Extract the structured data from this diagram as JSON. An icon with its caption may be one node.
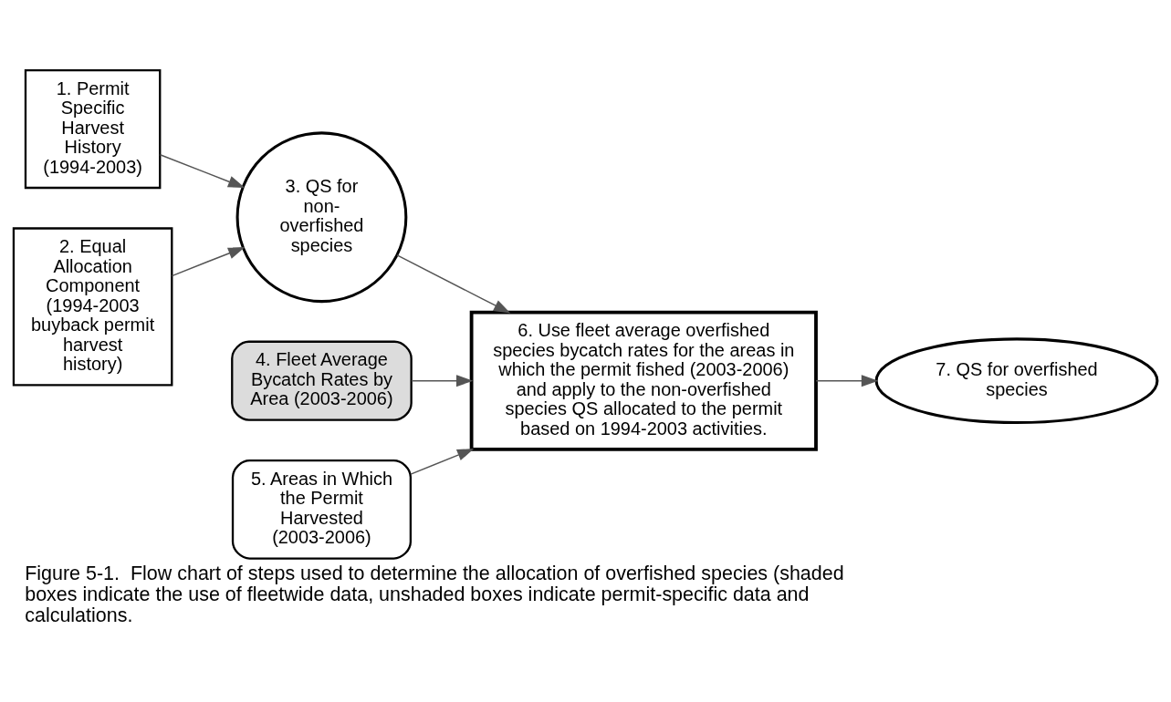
{
  "diagram": {
    "caption": "Figure 5-1.  Flow chart of steps used to determine the allocation of overfished species (shaded boxes indicate the use of fleetwide data, unshaded boxes indicate permit-specific data and calculations.",
    "nodes": [
      {
        "text": [
          "1. Permit Specific Harvest History (1994-2003)"
        ]
      },
      {
        "text": [
          "2. Equal Allocation Component (1994-2003 buyback permit harvest history)"
        ]
      },
      {
        "text": [
          "3. QS for non-overfished species"
        ]
      },
      {
        "text": [
          "4. Fleet Average Bycatch Rates by Area (2003-2006)"
        ]
      },
      {
        "text": [
          "5. Areas in Which the Permit Harvested (2003-2006)"
        ]
      },
      {
        "text": [
          "6. Use fleet average overfished species bycatch rates for the areas in which the permit fished (2003-2006) and apply to the non-overfished species QS allocated to the permit based on 1994-2003 activities."
        ]
      },
      {
        "text": [
          "7. QS for overfished species"
        ]
      }
    ],
    "edges": [
      {
        "from": 0,
        "to": 2,
        "arrow": "to"
      },
      {
        "from": 1,
        "to": 2,
        "arrow": "to"
      },
      {
        "from": 2,
        "to": 5,
        "arrow": "to"
      },
      {
        "from": 3,
        "to": 5,
        "arrow": "to"
      },
      {
        "from": 4,
        "to": 5,
        "arrow": "to"
      },
      {
        "from": 5,
        "to": 6,
        "arrow": "to"
      }
    ]
  }
}
